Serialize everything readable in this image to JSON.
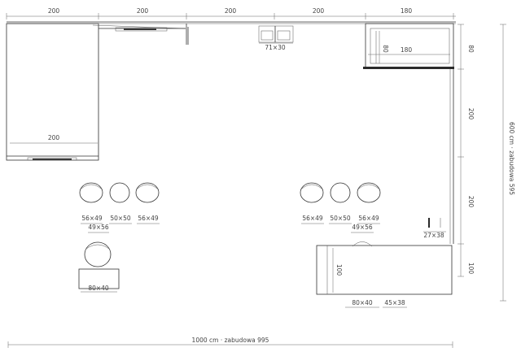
{
  "dimensions": {
    "top_1": "200",
    "top_2": "200",
    "top_3": "200",
    "top_4": "200",
    "top_5": "180",
    "right_1": "80",
    "right_2": "200",
    "right_3": "200",
    "right_4": "100",
    "total_height": "600 cm · zabudowa 595",
    "total_width": "1000 cm · zabudowa 995",
    "left_counter": "200",
    "shelf_height": "80",
    "shelf_width": "180",
    "sink": "71×30",
    "island_depth": "100",
    "island_width": "80×40",
    "island_right": "45×38",
    "side_unit": "27×38",
    "left_table": "80×40"
  },
  "seating_left": {
    "chair_a": "56×49",
    "chair_b": "50×50",
    "chair_c": "56×49",
    "chair_d": "49×56"
  },
  "seating_right": {
    "chair_a": "56×49",
    "chair_b": "50×50",
    "chair_c": "56×49",
    "chair_d": "49×56"
  }
}
